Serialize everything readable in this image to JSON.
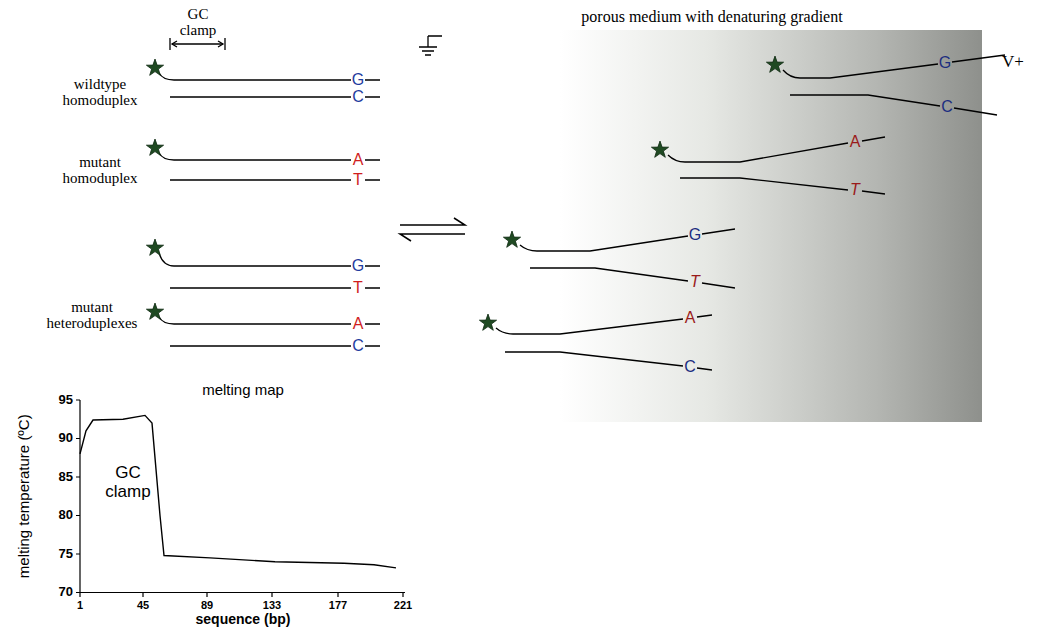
{
  "diagram": {
    "labels": [
      "GC clamp",
      "porous medium with denaturing gradient",
      "V+",
      "wildtype homoduplex",
      "G",
      "C",
      "mutant homoduplex",
      "A",
      "T",
      "G",
      "T",
      "mutant heteroduplexes",
      "A",
      "C",
      "G",
      "C",
      "A",
      "T",
      "G",
      "T",
      "A",
      "C",
      "melting map",
      "95",
      "90",
      "85",
      "80",
      "75",
      "70",
      "GC clamp",
      "melting temperature (ºC)",
      "1",
      "45",
      "89",
      "133",
      "177",
      "221",
      "sequence (bp)"
    ]
  }
}
